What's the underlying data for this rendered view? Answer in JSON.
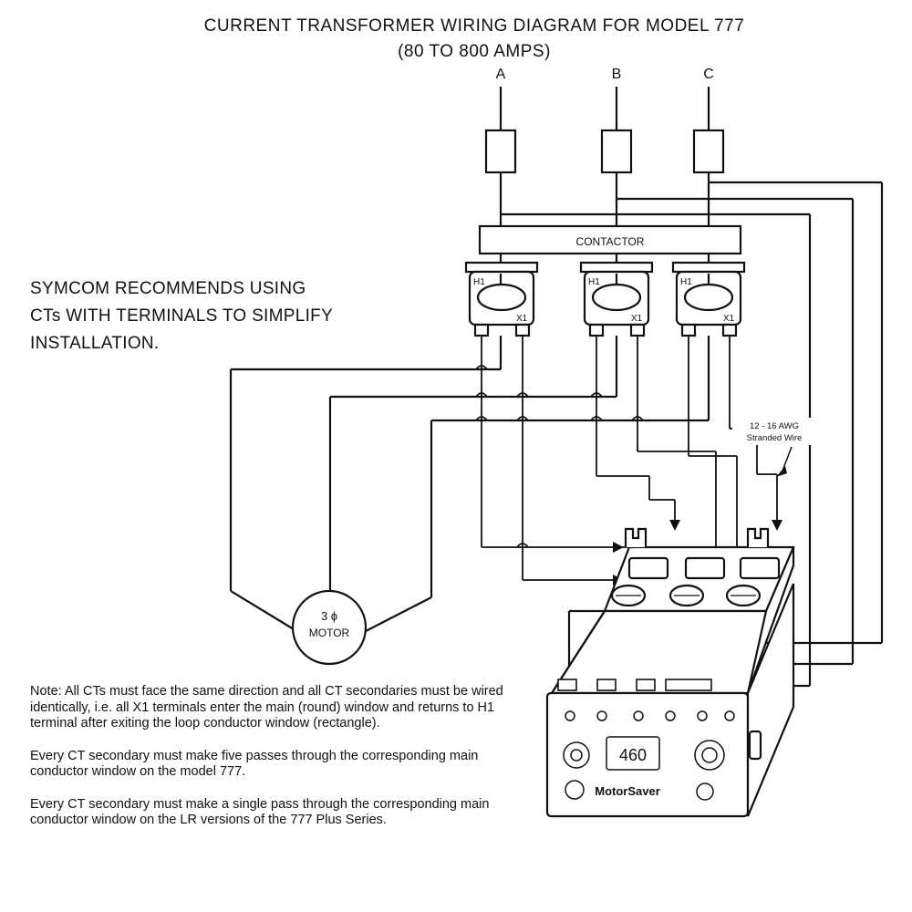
{
  "title": "CURRENT TRANSFORMER WIRING DIAGRAM FOR MODEL 777",
  "subtitle": "(80 TO 800 AMPS)",
  "phases": [
    "A",
    "B",
    "C"
  ],
  "contactor_label": "CONTACTOR",
  "ct_terminals": {
    "h1": "H1",
    "x1": "X1"
  },
  "recommendation": [
    "SYMCOM RECOMMENDS USING",
    "CTs WITH TERMINALS TO SIMPLIFY",
    "INSTALLATION."
  ],
  "motor_label": {
    "symbol": "3 ϕ",
    "word": "MOTOR"
  },
  "wire_note": [
    "12 - 16 AWG",
    "Stranded Wire"
  ],
  "device": {
    "display": "460",
    "brand": "MotorSaver"
  },
  "notes": [
    "Note: All CTs must face the same direction and all CT secondaries must be wired identically, i.e. all X1 terminals enter the main (round) window and returns to H1 terminal after exiting the loop conductor window (rectangle).",
    "Every CT secondary must make five passes through the corresponding main conductor window on the model 777.",
    "Every CT secondary must make a single pass through the corresponding main conductor window on the LR versions of the 777 Plus Series."
  ]
}
